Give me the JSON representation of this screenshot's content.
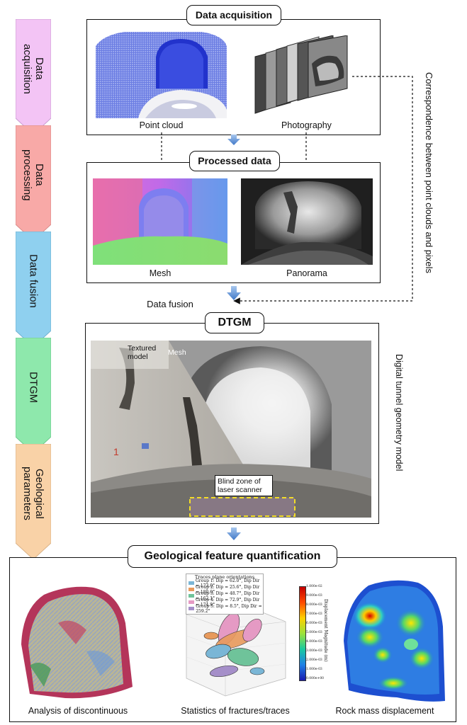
{
  "sidebar": {
    "steps": [
      {
        "label": "Data\nacquisition",
        "color": "#f3c4f5"
      },
      {
        "label": "Data\nprocessing",
        "color": "#f8a9a7"
      },
      {
        "label": "Data fusion",
        "color": "#8fd0ef"
      },
      {
        "label": "DTGM",
        "color": "#8ee8ac"
      },
      {
        "label": "Geological\nparameters",
        "color": "#f9d2a7"
      }
    ]
  },
  "acquisition": {
    "title": "Data acquisition",
    "point_cloud_caption": "Point cloud",
    "photography_caption": "Photography"
  },
  "correspondence_label": "Correspondence between point clouds and pixels",
  "processed": {
    "title": "Processed data",
    "mesh_caption": "Mesh",
    "panorama_caption": "Panorama"
  },
  "fusion_label": "Data fusion",
  "dtgm": {
    "title": "DTGM",
    "textured_label": "Textured\nmodel",
    "mesh_label": "Mesh",
    "blind_zone_label": "Blind zone of\nlaser scanner",
    "side_label": "Digital tunnel geometry model",
    "wall_mark": "1"
  },
  "quantification": {
    "title": "Geological feature quantification",
    "captions": [
      "Analysis of discontinuous",
      "Statistics of fractures/traces",
      "Rock mass displacement"
    ],
    "legend_title": "Traces plane orientations",
    "legend_items": [
      {
        "label": "Group 1: Dip = 62.0°, Dip Dir = 173.0°",
        "color": "#7ab6d6"
      },
      {
        "label": "Group 2: Dip = 25.6°, Dip Dir = 180.0°",
        "color": "#e89a5c"
      },
      {
        "label": "Group 3: Dip = 48.7°, Dip Dir = 162.1°",
        "color": "#6fc39a"
      },
      {
        "label": "Group 4: Dip = 72.9°, Dip Dir = 174.9°",
        "color": "#e59ac4"
      },
      {
        "label": "Group 5: Dip = 8.5°, Dip Dir = 259.2°",
        "color": "#a58fc9"
      }
    ],
    "colorbar_label": "Displacement Magnitude (m)",
    "colorbar_ticks": [
      "1.000e-02",
      "9.000e-03",
      "8.000e-03",
      "7.000e-03",
      "6.000e-03",
      "5.000e-03",
      "4.000e-03",
      "3.000e-03",
      "2.000e-03",
      "1.000e-03",
      "0.000e+00"
    ]
  }
}
